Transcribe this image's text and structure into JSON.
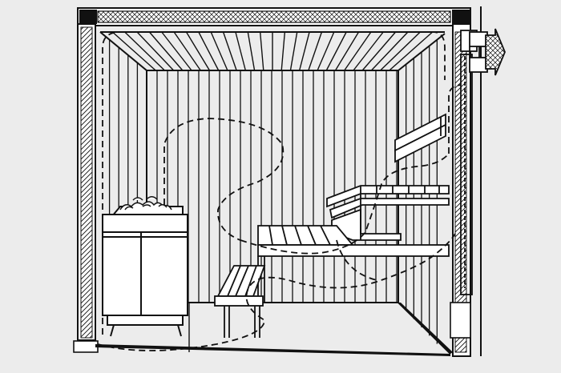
{
  "diagram": {
    "type": "sauna-cross-section",
    "style": "black line drawing on light grey",
    "colors": {
      "background": "#ececec",
      "ink": "#111111",
      "paper": "#ffffff"
    },
    "components": {
      "stove": {
        "stones": true
      },
      "benches": {
        "upper_tiers": 3,
        "lower_tier": 1,
        "footstool": 1,
        "backrest": 1
      },
      "vent": {
        "direction": "out"
      },
      "airflow": {
        "line_style": "dashed"
      }
    }
  }
}
